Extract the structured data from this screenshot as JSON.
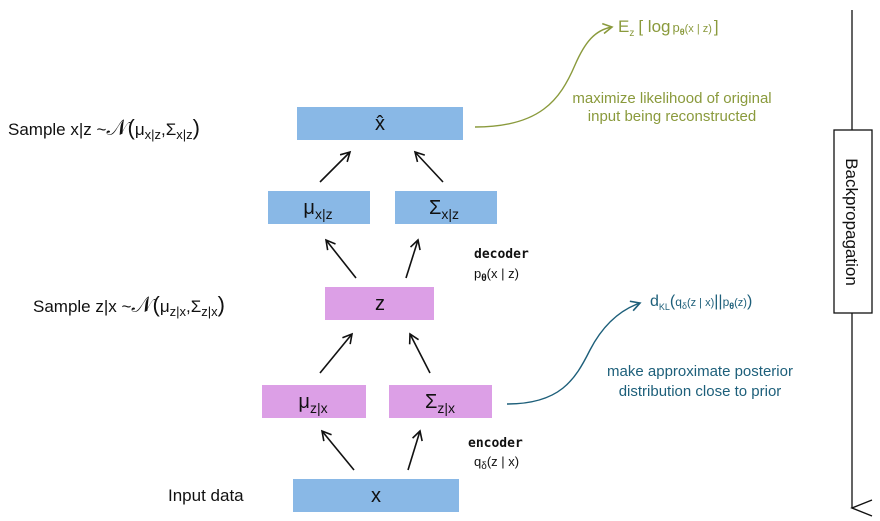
{
  "colors": {
    "blue_node": "#89b8e6",
    "pink_node": "#dc9fe6",
    "green_accent": "#8a9a3c",
    "teal_accent": "#1d5f7a",
    "arrow": "#111111"
  },
  "nodes": {
    "x_hat": "x̂",
    "mu_x_given_z": {
      "base": "μ",
      "sub": "x|z"
    },
    "sigma_x_given_z": {
      "base": "Σ",
      "sub": "x|z"
    },
    "z": "z",
    "mu_z_given_x": {
      "base": "μ",
      "sub": "z|x"
    },
    "sigma_z_given_x": {
      "base": "Σ",
      "sub": "z|x"
    },
    "x": "x"
  },
  "labels": {
    "sample_x": {
      "prefix": "Sample x|z ~",
      "normal": "𝒩",
      "open": "(",
      "mu": "μ",
      "mu_sub": "x|z",
      "comma": ",",
      "sigma": "Σ",
      "sigma_sub": "x|z",
      "close": ")"
    },
    "sample_z": {
      "prefix": "Sample z|x ~",
      "normal": "𝒩",
      "open": "(",
      "mu": "μ",
      "mu_sub": "z|x",
      "comma": ",",
      "sigma": "Σ",
      "sigma_sub": "z|x",
      "close": ")"
    },
    "input_data": "Input data",
    "decoder": {
      "title": "decoder",
      "base": "p",
      "sub": "θ",
      "args": "(x | z)"
    },
    "encoder": {
      "title": "encoder",
      "base": "q",
      "sub": "δ",
      "args": "(z | x)"
    },
    "backpropagation": "Backpropagation"
  },
  "annotations": {
    "reconstruction": {
      "loss": {
        "E": "E",
        "E_sub": "z",
        "open": "[ log",
        "p": "p",
        "p_sub": "θ",
        "args": "(x | z)",
        "close": "]"
      },
      "line1": "maximize likelihood of original",
      "line2": "input being reconstructed"
    },
    "kl": {
      "loss": {
        "d": "d",
        "d_sub": "KL",
        "open": "(",
        "q": "q",
        "q_sub": "δ",
        "q_args": "(z | x)",
        "sep": "||",
        "p": "p",
        "p_sub": "θ",
        "p_args": "(z)",
        "close": ")"
      },
      "line1": "make approximate posterior",
      "line2": "distribution close to prior"
    }
  }
}
